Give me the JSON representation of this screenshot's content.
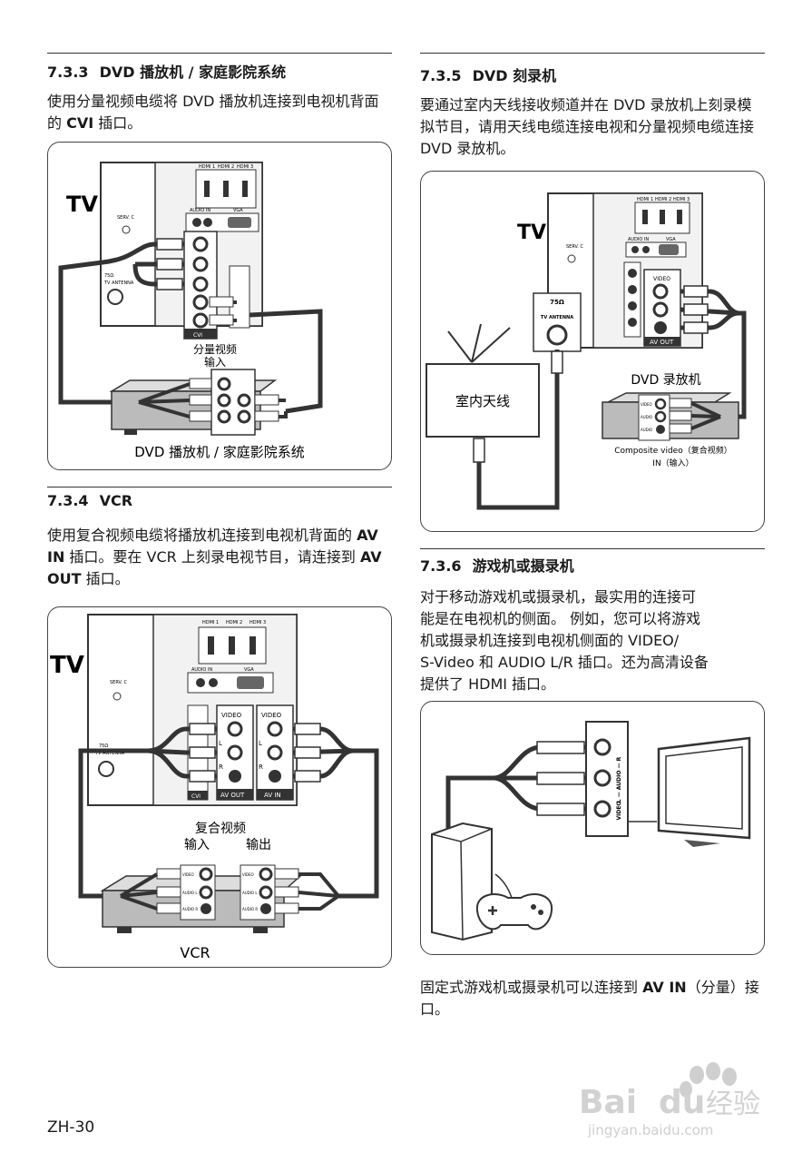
{
  "left": {
    "s733": {
      "num": "7.3.3",
      "title": "DVD 播放机 / 家庭影院系统",
      "body_pre": "使用分量视频电缆将 DVD 播放机连接到电视机背面的 ",
      "body_bold": "CVI",
      "body_post": " 插口。",
      "diagram": {
        "tv": "TV",
        "in_label_1": "分量视频",
        "in_label_2": "输入",
        "device": "DVD 播放机 / 家庭影院系统",
        "hdmi1": "HDMI 1",
        "hdmi2": "HDMI 2",
        "hdmi3": "HDMI 3",
        "audio_in": "AUDIO IN",
        "vga": "VGA",
        "serv": "SERV. C",
        "ant1": "75Ω",
        "ant2": "TV ANTENNA",
        "cvi": "CVI"
      }
    },
    "s734": {
      "num": "7.3.4",
      "title": "VCR",
      "p1": "使用复合视频电缆将播放机连接到电视机背面的 ",
      "b1": "AV IN",
      "p2": " 插口。要在 VCR 上刻录电视节目，请连接到 ",
      "b2": "AV OUT",
      "p3": " 插口。",
      "diagram": {
        "tv": "TV",
        "label_top": "复合视频",
        "label_in": "输入",
        "label_out": "输出",
        "device": "VCR",
        "video": "VIDEO",
        "audio_l": "AUDIO L",
        "audio_r": "AUDIO R",
        "av_out": "AV OUT",
        "av_in": "AV IN",
        "cvi": "CVI",
        "l": "L",
        "r": "R",
        "hdmi1": "HDMI 1",
        "hdmi2": "HDMI 2",
        "hdmi3": "HDMI 3",
        "audio_in": "AUDIO IN",
        "vga": "VGA",
        "serv": "SERV. C",
        "ant1": "75Ω",
        "ant2": "TV ANTENNA"
      }
    }
  },
  "right": {
    "s735": {
      "num": "7.3.5",
      "title": "DVD 刻录机",
      "body": "要通过室内天线接收频道并在 DVD 录放机上刻录模拟节目，请用天线电缆连接电视和分量视频电缆连接 DVD 录放机。",
      "diagram": {
        "tv": "TV",
        "antenna": "室内天线",
        "ant1": "75Ω",
        "ant2": "TV ANTENNA",
        "device": "DVD 录放机",
        "caption1": "Composite video（复合视频）",
        "caption2": "IN（输入）",
        "video": "VIDEO",
        "audio": "AUDIO",
        "av_out": "AV OUT",
        "hdmi1": "HDMI 1",
        "hdmi2": "HDMI 2",
        "hdmi3": "HDMI 3",
        "audio_in": "AUDIO IN",
        "vga": "VGA",
        "serv": "SERV. C"
      }
    },
    "s736": {
      "num": "7.3.6",
      "title": "游戏机或摄录机",
      "body_l1": "对于移动游戏机或摄录机，最实用的连接可",
      "body_l2": "能是在电视机的侧面。 例如，您可以将游戏",
      "body_l3": "机或摄录机连接到电视机侧面的 VIDEO/",
      "body_l4": "S-Video 和 AUDIO L/R 插口。还为高清设备",
      "body_l5": "提供了 HDMI 插口。",
      "diagram": {
        "audio_label": "L — AUDIO — R",
        "video_label": "VIDEO"
      },
      "after_pre": "固定式游戏机或摄录机可以连接到 ",
      "after_bold": "AV IN",
      "after_post": "（分量）接口。"
    }
  },
  "footer": {
    "page": "ZH-30"
  },
  "watermark": {
    "brand": "Bai",
    "brand2": "du",
    "cn": "经验",
    "url": "jingyan.baidu.com"
  }
}
